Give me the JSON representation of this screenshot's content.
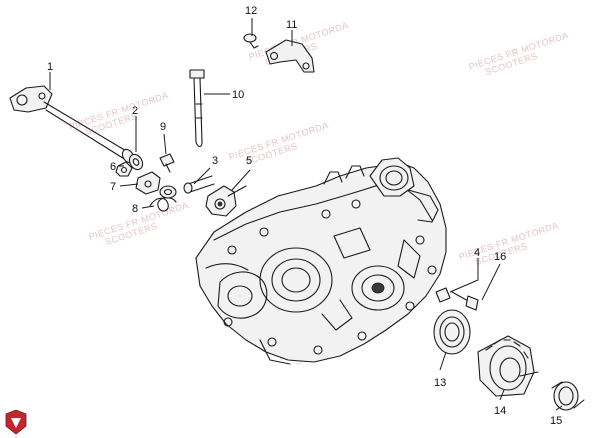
{
  "callouts": [
    {
      "id": "1",
      "label": "1"
    },
    {
      "id": "2",
      "label": "2"
    },
    {
      "id": "3",
      "label": "3"
    },
    {
      "id": "4",
      "label": "4"
    },
    {
      "id": "5",
      "label": "5"
    },
    {
      "id": "6",
      "label": "6"
    },
    {
      "id": "7",
      "label": "7"
    },
    {
      "id": "8",
      "label": "8"
    },
    {
      "id": "9",
      "label": "9"
    },
    {
      "id": "10",
      "label": "10"
    },
    {
      "id": "11",
      "label": "11"
    },
    {
      "id": "12",
      "label": "12"
    },
    {
      "id": "13",
      "label": "13"
    },
    {
      "id": "14",
      "label": "14"
    },
    {
      "id": "15",
      "label": "15"
    },
    {
      "id": "16",
      "label": "16"
    }
  ],
  "watermark": {
    "line1": "PIECES FR MOTORDA",
    "line2": "SCOOTERS"
  },
  "colors": {
    "line": "#1a1a1a",
    "watermark": "#e6c3c3",
    "logo": "#c0282d"
  }
}
